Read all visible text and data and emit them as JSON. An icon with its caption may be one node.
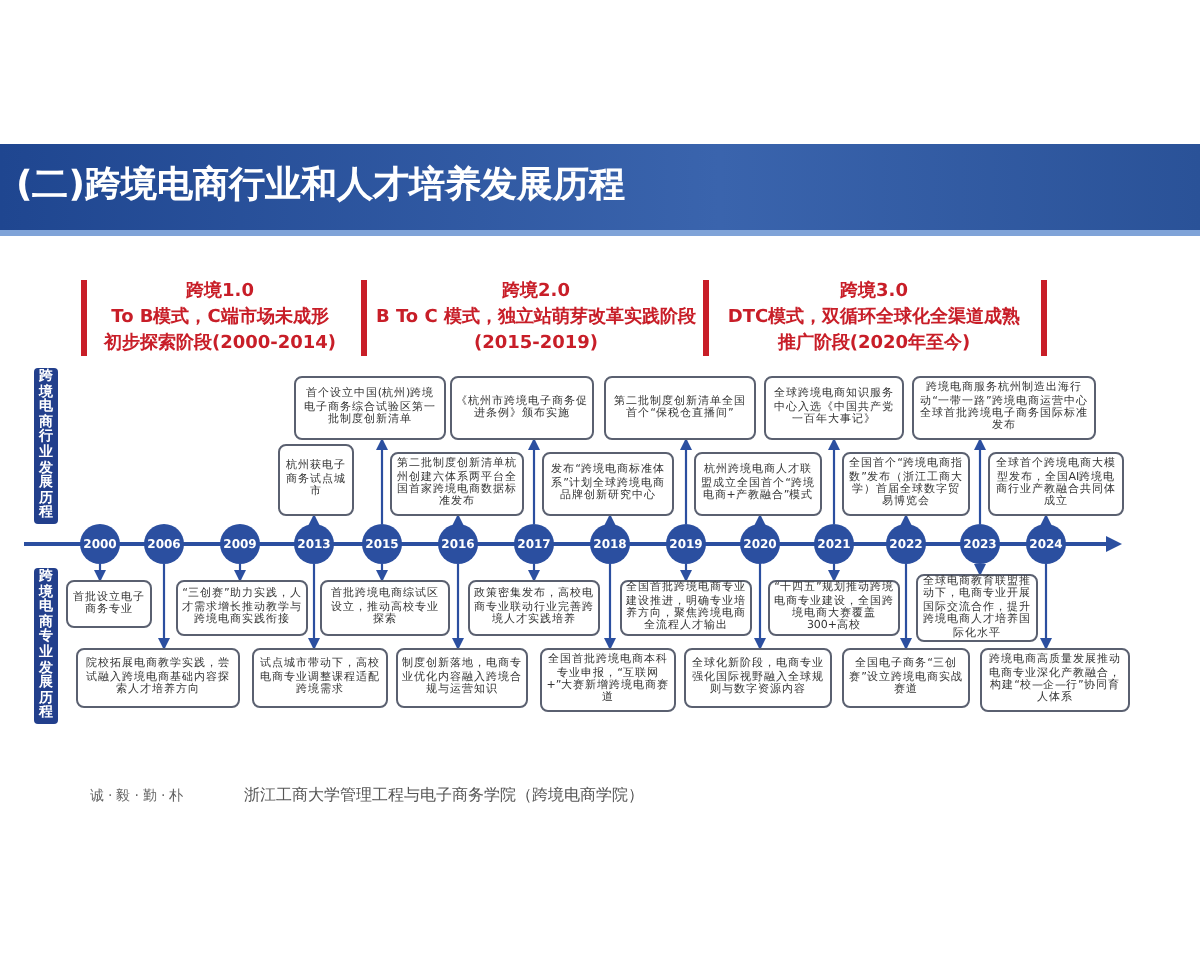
{
  "diagram": {
    "title": "(二)跨境电商行业和人才培养发展历程",
    "nodes": [
      {
        "text": [
          "跨境电商行业发展历程"
        ]
      },
      {
        "text": [
          "跨境电商专业发展历程"
        ]
      },
      {
        "text": [
          "2000"
        ]
      },
      {
        "text": [
          "2006"
        ]
      },
      {
        "text": [
          "2009"
        ]
      },
      {
        "text": [
          "2013"
        ]
      },
      {
        "text": [
          "2015"
        ]
      },
      {
        "text": [
          "2016"
        ]
      },
      {
        "text": [
          "2017"
        ]
      },
      {
        "text": [
          "2018"
        ]
      },
      {
        "text": [
          "2019"
        ]
      },
      {
        "text": [
          "2020"
        ]
      },
      {
        "text": [
          "2021"
        ]
      },
      {
        "text": [
          "2022"
        ]
      },
      {
        "text": [
          "2023"
        ]
      },
      {
        "text": [
          "2024"
        ]
      },
      {
        "text": [
          "杭州获电子商务试点城市"
        ]
      },
      {
        "text": [
          "首个设立中国(杭州)跨境电子商务综合试验区第一批制度创新清单"
        ]
      },
      {
        "text": [
          "第二批制度创新清单杭州创建六体系两平台全国首家跨境电商数据标准发布"
        ]
      },
      {
        "text": [
          "《杭州市跨境电子商务促进条例》颁布实施"
        ]
      },
      {
        "text": [
          "发布“跨境电商标准体系”计划全球跨境电商品牌创新研究中心"
        ]
      },
      {
        "text": [
          "第二批制度创新清单全国首个“保税仓直播间”"
        ]
      },
      {
        "text": [
          "杭州跨境电商人才联盟成立全国首个“跨境电商+产教融合”模式"
        ]
      },
      {
        "text": [
          "全球跨境电商知识服务中心入选《中国共产党一百年大事记》"
        ]
      },
      {
        "text": [
          "全国首个“跨境电商指数”发布（浙江工商大学）首届全球数字贸易博览会"
        ]
      },
      {
        "text": [
          "跨境电商服务杭州制造出海行动“一带一路”跨境电商运营中心全球首批跨境电子商务国际标准发布"
        ]
      },
      {
        "text": [
          "全球首个跨境电商大模型发布，全国AI跨境电商行业产教融合共同体成立"
        ]
      },
      {
        "text": [
          "首批设立电子商务专业"
        ]
      },
      {
        "text": [
          "院校拓展电商教学实践，尝试融入跨境电商基础内容探索人才培养方向"
        ]
      },
      {
        "text": [
          "“三创赛”助力实践，人才需求增长推动教学与跨境电商实践衔接"
        ]
      },
      {
        "text": [
          "试点城市带动下，高校电商专业调整课程适配跨境需求"
        ]
      },
      {
        "text": [
          "首批跨境电商综试区设立，推动高校专业探索"
        ]
      },
      {
        "text": [
          "制度创新落地，电商专业优化内容融入跨境合规与运营知识"
        ]
      },
      {
        "text": [
          "政策密集发布，高校电商专业联动行业完善跨境人才实践培养"
        ]
      },
      {
        "text": [
          "全国首批跨境电商本科专业申报，“互联网+”大赛新增跨境电商赛道"
        ]
      },
      {
        "text": [
          "全国首批跨境电商专业建设推进，明确专业培养方向，聚焦跨境电商全流程人才输出"
        ]
      },
      {
        "text": [
          "全球化新阶段，电商专业强化国际视野融入全球规则与数字资源内容"
        ]
      },
      {
        "text": [
          "“十四五”规划推动跨境电商专业建设，全国跨境电商大赛覆盖300+高校"
        ]
      },
      {
        "text": [
          "全国电子商务“三创赛”设立跨境电商实战赛道"
        ]
      },
      {
        "text": [
          "全球电商教育联盟推动下，电商专业开展国际交流合作，提升跨境电商人才培养国际化水平"
        ]
      },
      {
        "text": [
          "跨境电商高质量发展推动电商专业深化产教融合，构建“校—企—行”协同育人体系"
        ]
      }
    ],
    "edges": [
      {
        "from": 5,
        "to": 16,
        "arrow": "to"
      },
      {
        "from": 6,
        "to": 17,
        "arrow": "to"
      },
      {
        "from": 7,
        "to": 18,
        "arrow": "to"
      },
      {
        "from": 8,
        "to": 19,
        "arrow": "to"
      },
      {
        "from": 9,
        "to": 20,
        "arrow": "to"
      },
      {
        "from": 10,
        "to": 21,
        "arrow": "to"
      },
      {
        "from": 11,
        "to": 22,
        "arrow": "to"
      },
      {
        "from": 12,
        "to": 23,
        "arrow": "to"
      },
      {
        "from": 13,
        "to": 24,
        "arrow": "to"
      },
      {
        "from": 14,
        "to": 25,
        "arrow": "to"
      },
      {
        "from": 15,
        "to": 26,
        "arrow": "to"
      },
      {
        "from": 2,
        "to": 27,
        "arrow": "to"
      },
      {
        "from": 3,
        "to": 28,
        "arrow": "to"
      },
      {
        "from": 4,
        "to": 29,
        "arrow": "to"
      },
      {
        "from": 5,
        "to": 30,
        "arrow": "to"
      },
      {
        "from": 6,
        "to": 31,
        "arrow": "to"
      },
      {
        "from": 7,
        "to": 32,
        "arrow": "to"
      },
      {
        "from": 8,
        "to": 33,
        "arrow": "to"
      },
      {
        "from": 9,
        "to": 34,
        "arrow": "to"
      },
      {
        "from": 10,
        "to": 35,
        "arrow": "to"
      },
      {
        "from": 11,
        "to": 36,
        "arrow": "to"
      },
      {
        "from": 12,
        "to": 37,
        "arrow": "to"
      },
      {
        "from": 13,
        "to": 38,
        "arrow": "to"
      },
      {
        "from": 14,
        "to": 39,
        "arrow": "to"
      },
      {
        "from": 15,
        "to": 40,
        "arrow": "to"
      }
    ],
    "labels": [
      "跨境1.0",
      "To B模式，C端市场未成形",
      "初步探索阶段(2000-2014)",
      "跨境2.0",
      "B To C 模式，独立站萌芽改革实践阶段",
      "(2015-2019)",
      "跨境3.0",
      "DTC模式，双循环全球化全渠道成熟",
      "推广阶段(2020年至今)",
      "诚·毅·勤·朴",
      "浙江工商大学管理工程与电子商务学院（跨境电商学院）"
    ]
  }
}
